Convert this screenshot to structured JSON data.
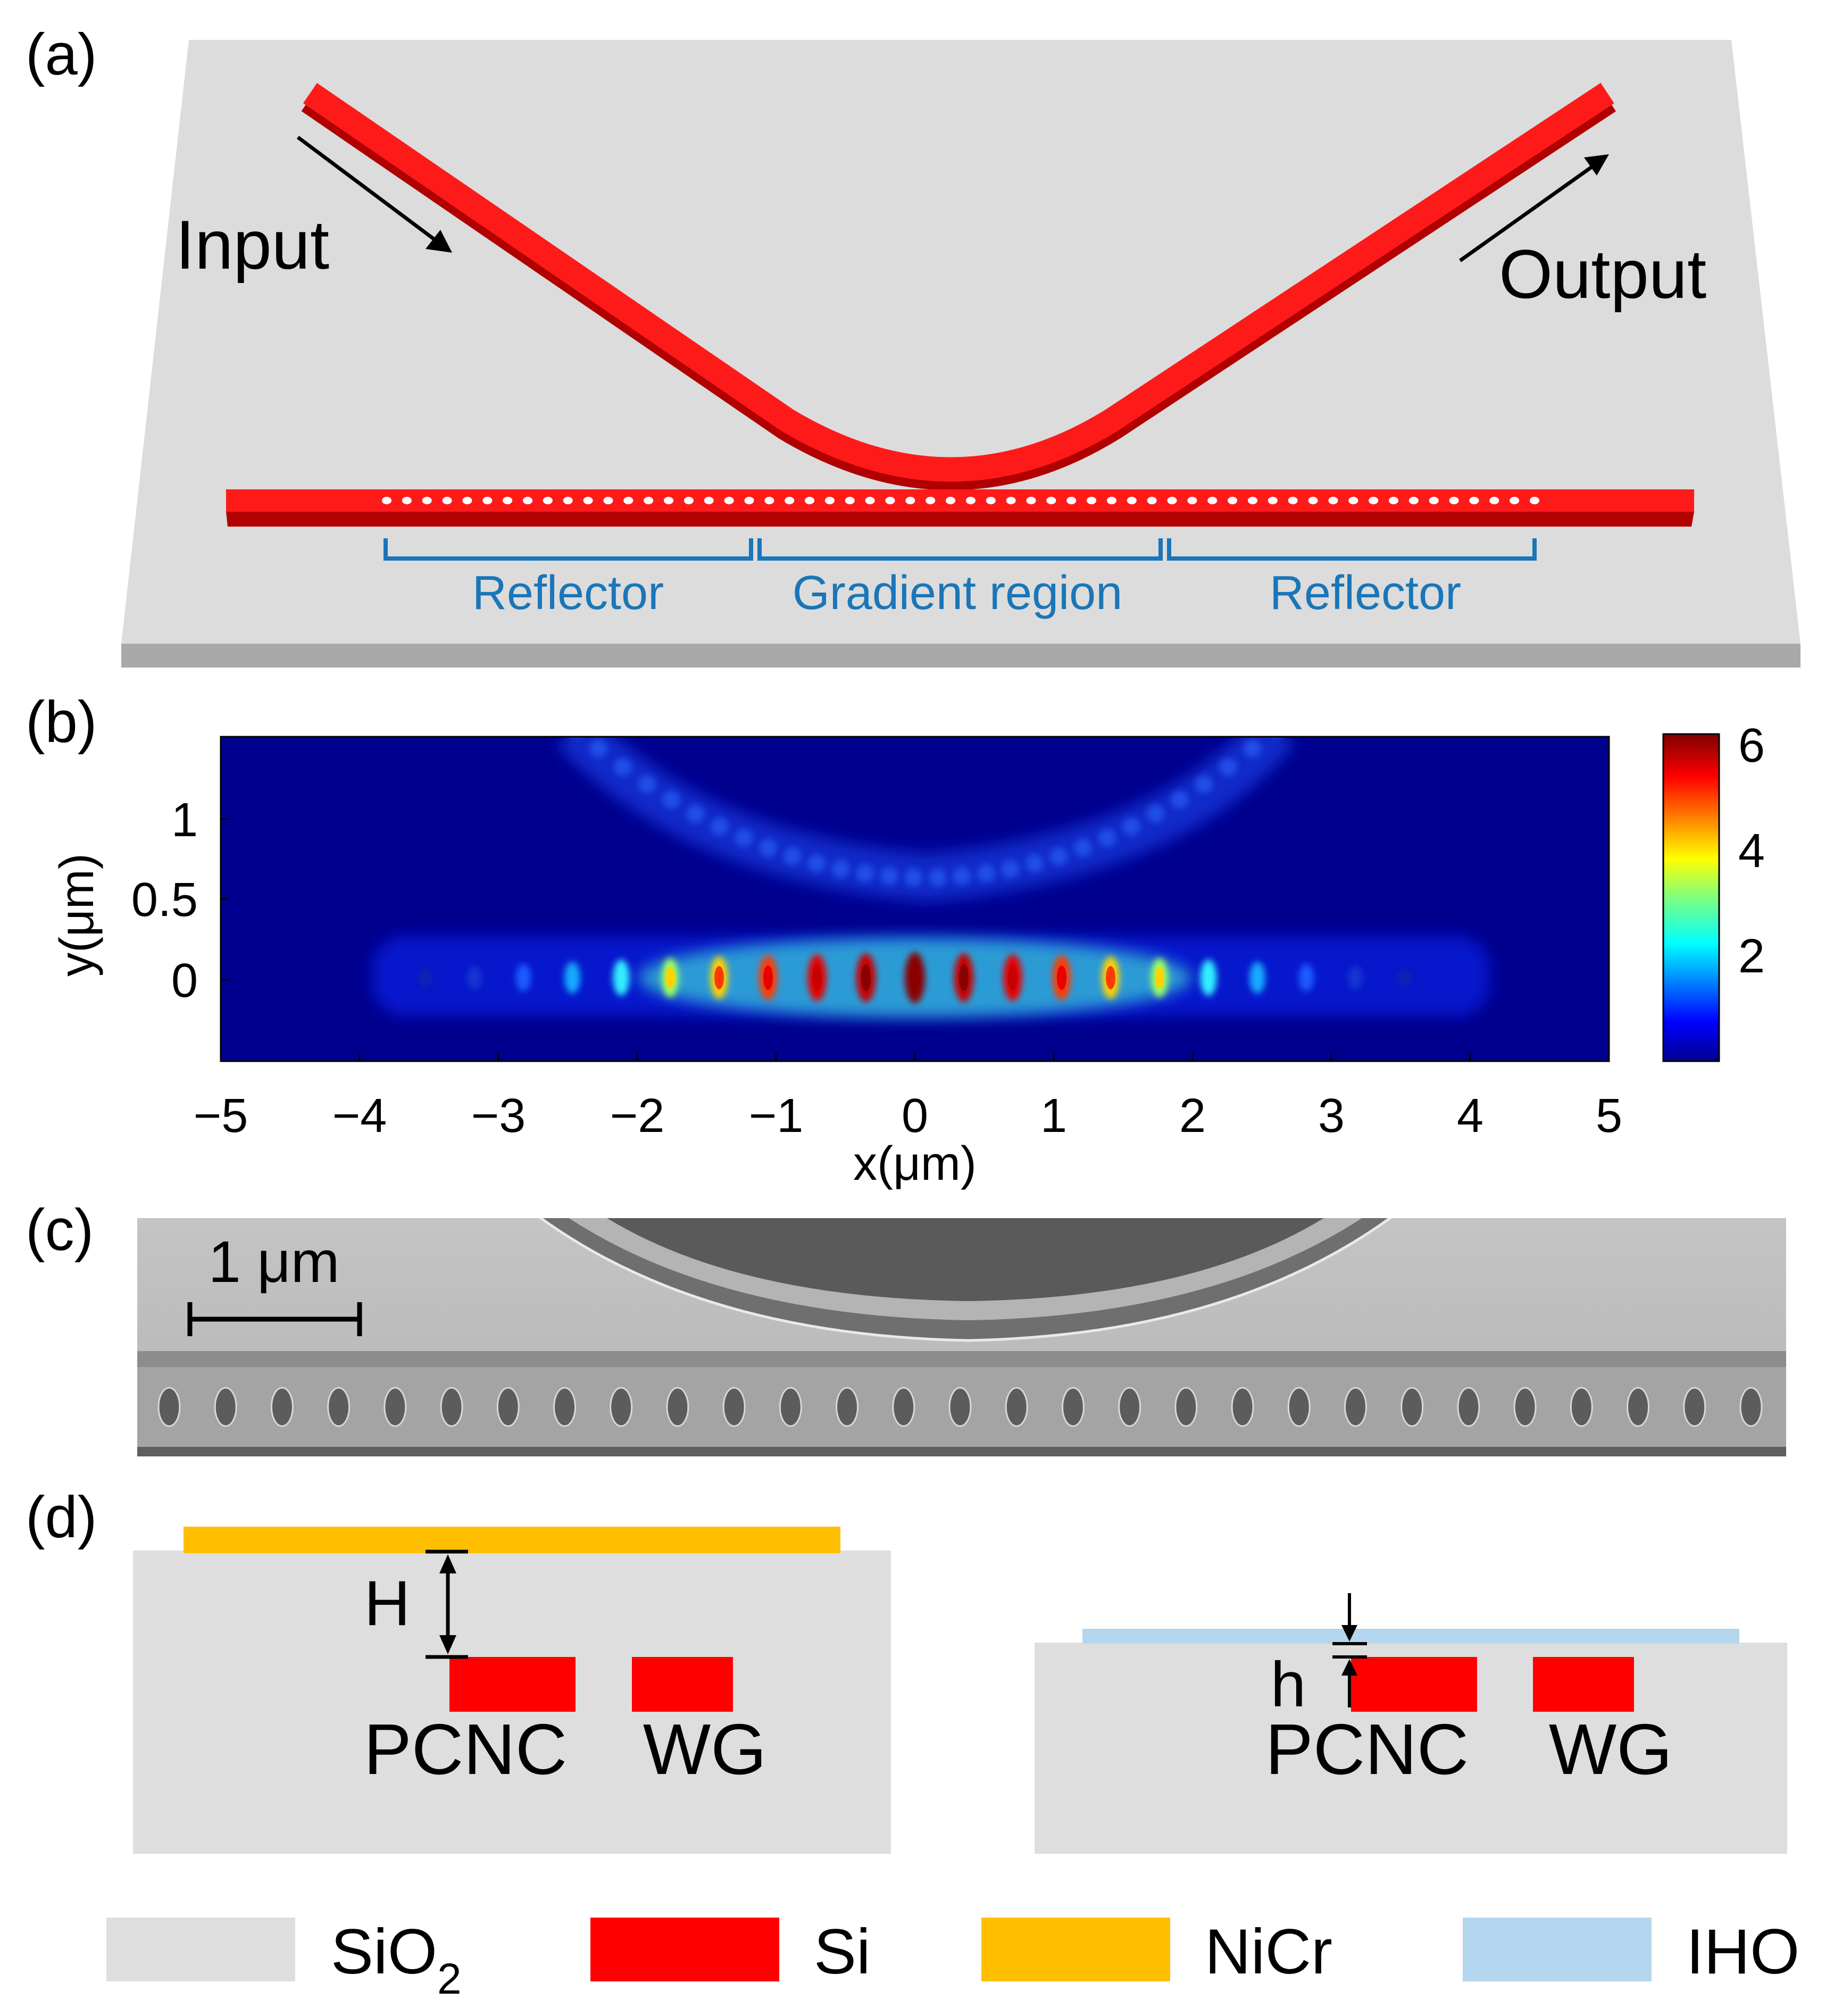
{
  "panels": {
    "a": {
      "label": "(a)",
      "input_label": "Input",
      "output_label": "Output",
      "regions": [
        "Reflector",
        "Gradient region",
        "Reflector"
      ],
      "hole_count": 58
    },
    "b": {
      "label": "(b)",
      "xlabel": "x(μm)",
      "ylabel": "y(μm)",
      "x_ticks": [
        "−5",
        "−4",
        "−3",
        "−2",
        "−1",
        "0",
        "1",
        "2",
        "3",
        "4",
        "5"
      ],
      "y_ticks": [
        "1",
        "0.5",
        "0"
      ],
      "colorbar_ticks": [
        "6",
        "4",
        "2"
      ]
    },
    "c": {
      "label": "(c)",
      "scale_bar": "1 μm",
      "hole_count": 29
    },
    "d": {
      "label": "(d)",
      "left": {
        "dim_label": "H",
        "pcnc": "PCNC",
        "wg": "WG"
      },
      "right": {
        "dim_label": "h",
        "pcnc": "PCNC",
        "wg": "WG"
      }
    }
  },
  "legend": [
    {
      "name": "SiO2",
      "text": "SiO",
      "sub": "2",
      "color": "#dedede"
    },
    {
      "name": "Si",
      "text": "Si",
      "sub": "",
      "color": "#ff0000"
    },
    {
      "name": "NiCr",
      "text": "NiCr",
      "sub": "",
      "color": "#ffbf00"
    },
    {
      "name": "IHO",
      "text": "IHO",
      "sub": "",
      "color": "#b4d6ee"
    }
  ],
  "colors": {
    "silicon": "#ff0000",
    "oxide": "#dedede",
    "nicr": "#ffbf00",
    "iho": "#b4d6ee",
    "region_text": "#1a76b8",
    "field_bg": "#00008f"
  }
}
